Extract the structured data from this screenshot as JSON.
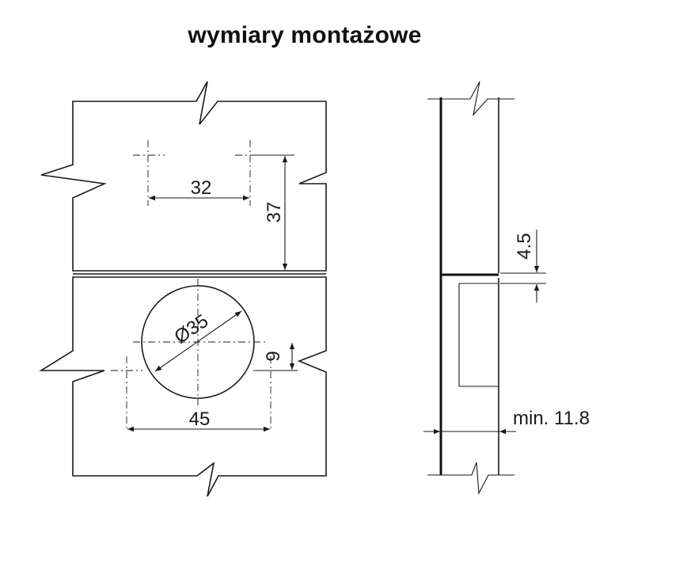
{
  "title": "wymiary montażowe",
  "labels": {
    "dim_32": "32",
    "dim_37": "37",
    "dim_35": "Ø35",
    "dim_9": "9",
    "dim_45": "45",
    "dim_4_5": "4.5",
    "dim_min": "min. 11.8"
  }
}
